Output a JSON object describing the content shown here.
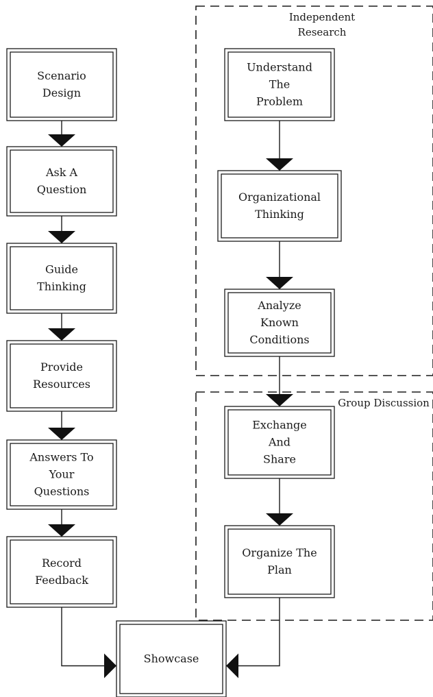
{
  "groups": [
    {
      "id": "independent",
      "label": [
        "Independent",
        "Research"
      ]
    },
    {
      "id": "group",
      "label": [
        "Group Discussion"
      ]
    }
  ],
  "boxes": [
    {
      "id": "scenario",
      "label": [
        "Scenario",
        "Design"
      ]
    },
    {
      "id": "ask",
      "label": [
        "Ask A",
        "Question"
      ]
    },
    {
      "id": "guide",
      "label": [
        "Guide",
        "Thinking"
      ]
    },
    {
      "id": "resources",
      "label": [
        "Provide",
        "Resources"
      ]
    },
    {
      "id": "answers",
      "label": [
        "Answers To",
        "Your",
        "Questions"
      ]
    },
    {
      "id": "record",
      "label": [
        "Record",
        "Feedback"
      ]
    },
    {
      "id": "understand",
      "label": [
        "Understand",
        "The",
        "Problem"
      ]
    },
    {
      "id": "organizational",
      "label": [
        "Organizational",
        "Thinking"
      ]
    },
    {
      "id": "analyze",
      "label": [
        "Analyze",
        "Known",
        "Conditions"
      ]
    },
    {
      "id": "exchange",
      "label": [
        "Exchange",
        "And",
        "Share"
      ]
    },
    {
      "id": "organize",
      "label": [
        "Organize The",
        "Plan"
      ]
    },
    {
      "id": "showcase",
      "label": [
        "Showcase"
      ]
    }
  ],
  "edges": [
    {
      "from": "scenario",
      "to": "ask"
    },
    {
      "from": "ask",
      "to": "guide"
    },
    {
      "from": "guide",
      "to": "resources"
    },
    {
      "from": "resources",
      "to": "answers"
    },
    {
      "from": "answers",
      "to": "record"
    },
    {
      "from": "record",
      "to": "showcase"
    },
    {
      "from": "understand",
      "to": "organizational"
    },
    {
      "from": "organizational",
      "to": "analyze"
    },
    {
      "from": "analyze",
      "to": "exchange"
    },
    {
      "from": "exchange",
      "to": "organize"
    },
    {
      "from": "organize",
      "to": "showcase"
    }
  ]
}
